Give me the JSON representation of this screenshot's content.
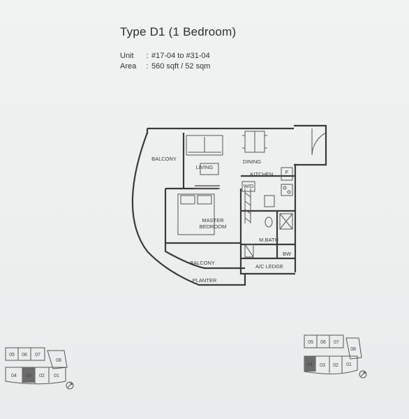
{
  "header": {
    "title": "Type D1 (1 Bedroom)"
  },
  "unit_info": {
    "unit_label": "Unit",
    "unit_value": "#17-04 to #31-04",
    "area_label": "Area",
    "area_value": "560 sqft / 52 sqm",
    "separator": ":"
  },
  "floor_plan": {
    "rooms": {
      "balcony_upper": "BALCONY",
      "living": "LIVING",
      "dining": "DINING",
      "kitchen": "KITCHEN",
      "fridge": "F",
      "washer_dryer": "W/D",
      "master_bedroom_line1": "MASTER",
      "master_bedroom_line2": "BEDROOM",
      "master_bath": "M.BATH",
      "bay_window": "BW",
      "ac_ledge": "A/C LEDGE",
      "balcony_lower": "BALCONY",
      "planter": "PLANTER"
    }
  },
  "key_plan_left": {
    "units": [
      "05",
      "06",
      "07",
      "08",
      "04",
      "03",
      "02",
      "01"
    ],
    "highlighted": "03"
  },
  "key_plan_right": {
    "units": [
      "05",
      "06",
      "07",
      "08",
      "04",
      "03",
      "02",
      "01"
    ],
    "highlighted": "04"
  },
  "colors": {
    "wall": "#3a3a3a",
    "highlight": "#6b6b6b",
    "paper": "#eef0ef"
  }
}
